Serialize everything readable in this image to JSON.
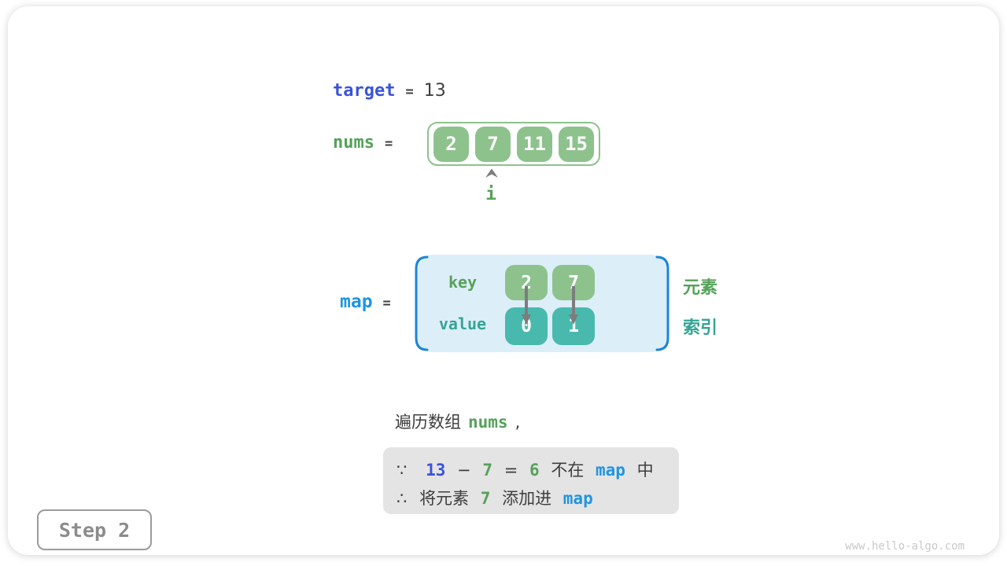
{
  "figure": {
    "target_line": {
      "name": "target",
      "eq": "=",
      "value": "13"
    },
    "nums_line": {
      "name": "nums",
      "eq": "="
    },
    "nums_array": {
      "cells": [
        "2",
        "7",
        "11",
        "15"
      ]
    },
    "index_pointer": {
      "label": "i"
    },
    "map_line": {
      "name": "map",
      "eq": "="
    },
    "map_table": {
      "key_label": "key",
      "value_label": "value",
      "columns": [
        {
          "key": "2",
          "value": "0"
        },
        {
          "key": "7",
          "value": "1"
        }
      ]
    },
    "side_labels": {
      "element": "元素",
      "index": "索引"
    },
    "caption": {
      "pre": "遍历数组",
      "code": "nums",
      "post": ","
    },
    "note": {
      "line1": [
        {
          "t": "∵"
        },
        {
          "t": "13"
        },
        {
          "t": "−"
        },
        {
          "t": "7"
        },
        {
          "t": "="
        },
        {
          "t": "6"
        },
        {
          "t": "不在"
        },
        {
          "t": "map"
        },
        {
          "t": "中"
        }
      ],
      "line2": [
        {
          "t": "∴"
        },
        {
          "t": "将元素"
        },
        {
          "t": "7"
        },
        {
          "t": "添加进"
        },
        {
          "t": "map"
        }
      ]
    },
    "step_badge": "Step 2",
    "watermark": "www.hello-algo.com"
  },
  "colors": {
    "royal_blue": "#3a53d8",
    "bright_blue": "#2095e0",
    "bracket_blue": "#1b85d8",
    "green_text": "#56a15a",
    "green_cell": "#8dc28d",
    "teal_text": "#34a496",
    "teal_cell": "#49b9ae",
    "dark_text": "#3e3e3e",
    "arrow_gray": "#7d7d7d",
    "map_fill": "#dceef8",
    "note_bg": "#e4e4e4",
    "step_text": "#8c8c8c",
    "step_border": "#9b9b9b",
    "watermark_gray": "#c9c9c9"
  }
}
